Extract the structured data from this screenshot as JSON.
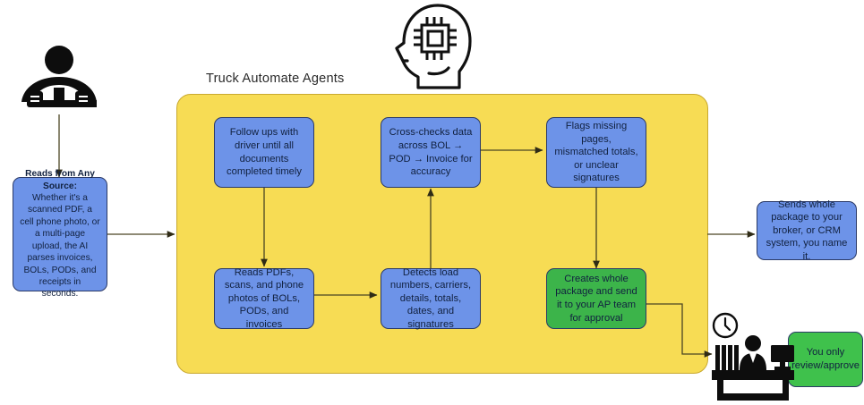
{
  "diagram": {
    "title": "Truck Automate Agents",
    "colors": {
      "container_yellow": "#f7dc54",
      "node_blue": "#6d93e8",
      "node_green": "#3cb44a",
      "node_green_bright": "#3fc14c",
      "connector": "#4a4423",
      "text": "#11213f"
    }
  },
  "icons": {
    "driver": "truck-driver-icon",
    "ai_head": "ai-brain-chip-head-icon",
    "clock": "clock-icon",
    "desk_worker": "office-desk-worker-icon"
  },
  "nodes": {
    "source": {
      "label_bold": "Reads from Any Source:",
      "label_rest": " Whether it's a scanned PDF, a cell phone photo, or a multi-page upload, the AI parses invoices, BOLs, PODs, and receipts in seconds."
    },
    "follow_ups": {
      "label": "Follow ups with driver until all documents completed timely"
    },
    "cross_checks": {
      "label": "Cross-checks data across BOL → POD → Invoice for accuracy"
    },
    "flags": {
      "label": "Flags missing pages, mismatched totals, or unclear signatures"
    },
    "reads": {
      "label": "Reads PDFs, scans, and phone photos of BOLs, PODs, and invoices"
    },
    "detects": {
      "label": "Detects load numbers, carriers, details, totals, dates, and signatures"
    },
    "creates": {
      "label": "Creates whole package and send it to your AP team for approval"
    },
    "sends": {
      "label": "Sends whole package to your broker, or CRM system, you name it."
    },
    "review": {
      "label": "You only review/approve"
    }
  }
}
